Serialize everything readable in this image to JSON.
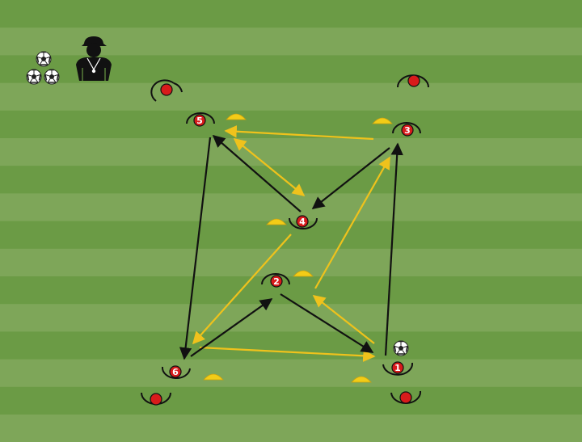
{
  "title": "",
  "colors": {
    "stripe_dark": "#6b9b45",
    "stripe_light": "#7ea659",
    "player_red": "#d81b1b",
    "cone_yellow": "#f2cc17",
    "pass_arrow": "#efc21c",
    "run_arrow": "#111111",
    "coach": "#111111"
  },
  "coach": {
    "icon": "coach-silhouette-icon"
  },
  "ball_supply": {
    "icon": "soccer-ball-icon",
    "count": 3
  },
  "numbered_players": [
    {
      "id": "player-1",
      "number": "1"
    },
    {
      "id": "player-2",
      "number": "2"
    },
    {
      "id": "player-3",
      "number": "3"
    },
    {
      "id": "player-4",
      "number": "4"
    },
    {
      "id": "player-5",
      "number": "5"
    },
    {
      "id": "player-6",
      "number": "6"
    }
  ],
  "waiting_players": {
    "icon": "waiting-player-icon",
    "count": 4
  },
  "cones": {
    "icon": "cone-icon",
    "count": 6
  },
  "passes": [
    {
      "from": "1",
      "to": "2"
    },
    {
      "from": "2",
      "to": "3"
    },
    {
      "from": "3",
      "to": "5"
    },
    {
      "from": "5",
      "to": "4"
    },
    {
      "from": "4",
      "to": "6"
    },
    {
      "from": "6",
      "to": "1"
    }
  ],
  "runs": [
    {
      "from": "1",
      "to": "3"
    },
    {
      "from": "3",
      "to": "4"
    },
    {
      "from": "4",
      "to": "5"
    },
    {
      "from": "5",
      "to": "6"
    },
    {
      "from": "6",
      "to": "2"
    },
    {
      "from": "2",
      "to": "1"
    }
  ],
  "ball_at_player": "1"
}
